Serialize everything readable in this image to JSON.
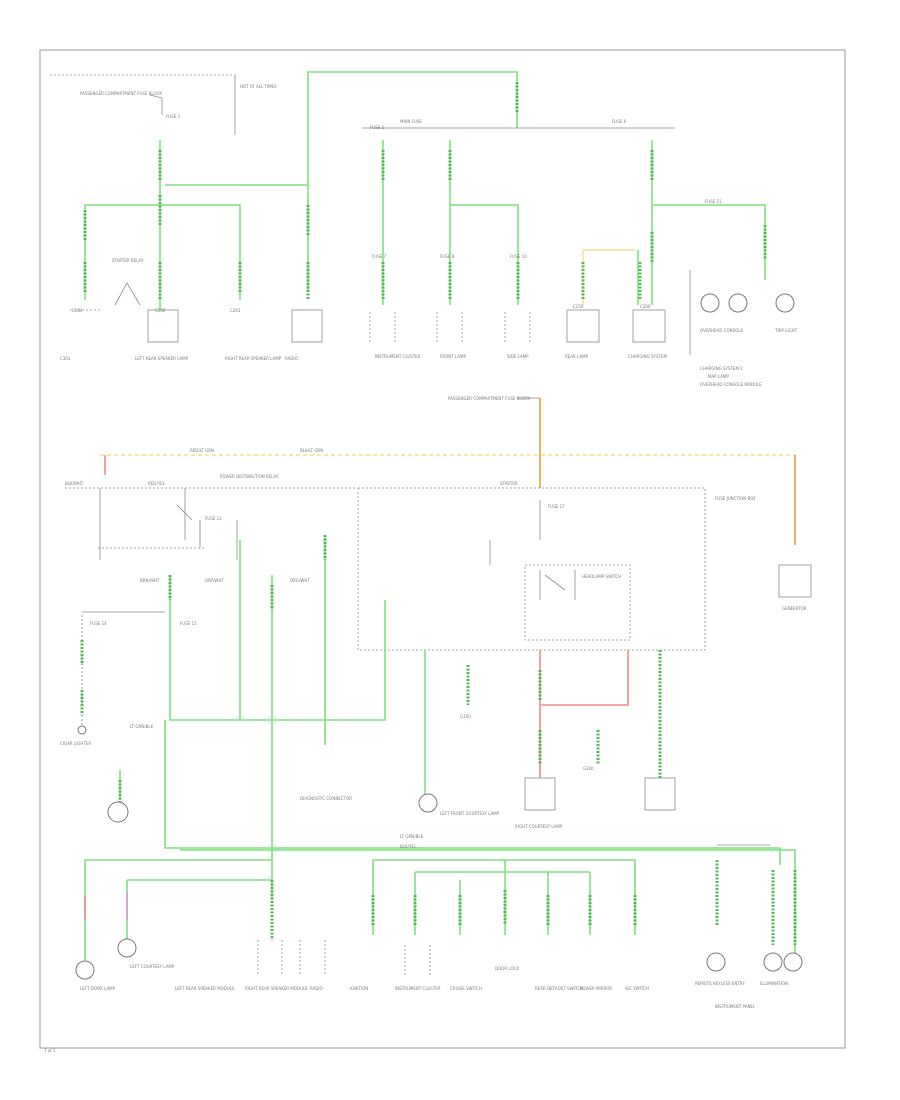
{
  "diagram": {
    "type": "power-distribution-wiring-diagram",
    "corner_mark": "1 of 1",
    "labels": {
      "top": [
        "PASSENGER COMPARTMENT FUSE BLOCK",
        "FUSE 1",
        "HOT AT ALL TIMES",
        "STARTER RELAY",
        "MAIN FUSE",
        "FUSE 5",
        "FUSE 6",
        "FUSE 7",
        "FUSE 8",
        "FUSE 10",
        "FUSE 11",
        "C100",
        "C200",
        "C201",
        "C250",
        "C300",
        "C301",
        "LEFT REAR SPEAKER LAMP",
        "RIGHT REAR SPEAKER LAMP",
        "RADIO",
        "INSTRUMENT CLUSTER",
        "FRONT LAMP",
        "SIDE LAMP",
        "REAR LAMP",
        "CHARGING SYSTEM",
        "CHARGING SYSTEM 2",
        "OVERHEAD CONSOLE",
        "TRIP LIGHT",
        "MAP LAMP",
        "OVERHEAD CONSOLE MODULE"
      ],
      "middle": [
        "PASSENGER COMPARTMENT FUSE BLOCK",
        "RED/LT GRN",
        "BLK/LT GRN",
        "BLK/WHT",
        "RED/YEL",
        "POWER DISTRIBUTION RELAY",
        "STARTER",
        "GENERATOR",
        "CIGAR LIGHTER",
        "FUSE 12",
        "FUSE 14",
        "FUSE 15",
        "FUSE 17",
        "BRN/WHT",
        "GRY/WHT",
        "ORG/WHT",
        "LT GRN/BLK",
        "FUSE JUNCTION BOX",
        "G100",
        "G200",
        "LEFT FRONT COURTESY LAMP",
        "RIGHT COURTESY LAMP",
        "DIAGNOSTIC CONNECTOR",
        "HEADLAMP SWITCH"
      ],
      "bottom": [
        "LT GRN/BLK",
        "BLK/YEL",
        "LEFT DOOR LAMP",
        "LEFT COURTESY LAMP",
        "LEFT REAR SPEAKER MODULE",
        "RIGHT REAR SPEAKER MODULE",
        "RADIO",
        "IGNITION",
        "INSTRUMENT CLUSTER",
        "CRUISE SWITCH",
        "DOOR LOCK",
        "REAR DEFROST SWITCH",
        "POWER MIRROR",
        "A/C SWITCH",
        "REMOTE KEYLESS ENTRY",
        "ILLUMINATION",
        "INSTRUMENT PANEL"
      ]
    }
  }
}
